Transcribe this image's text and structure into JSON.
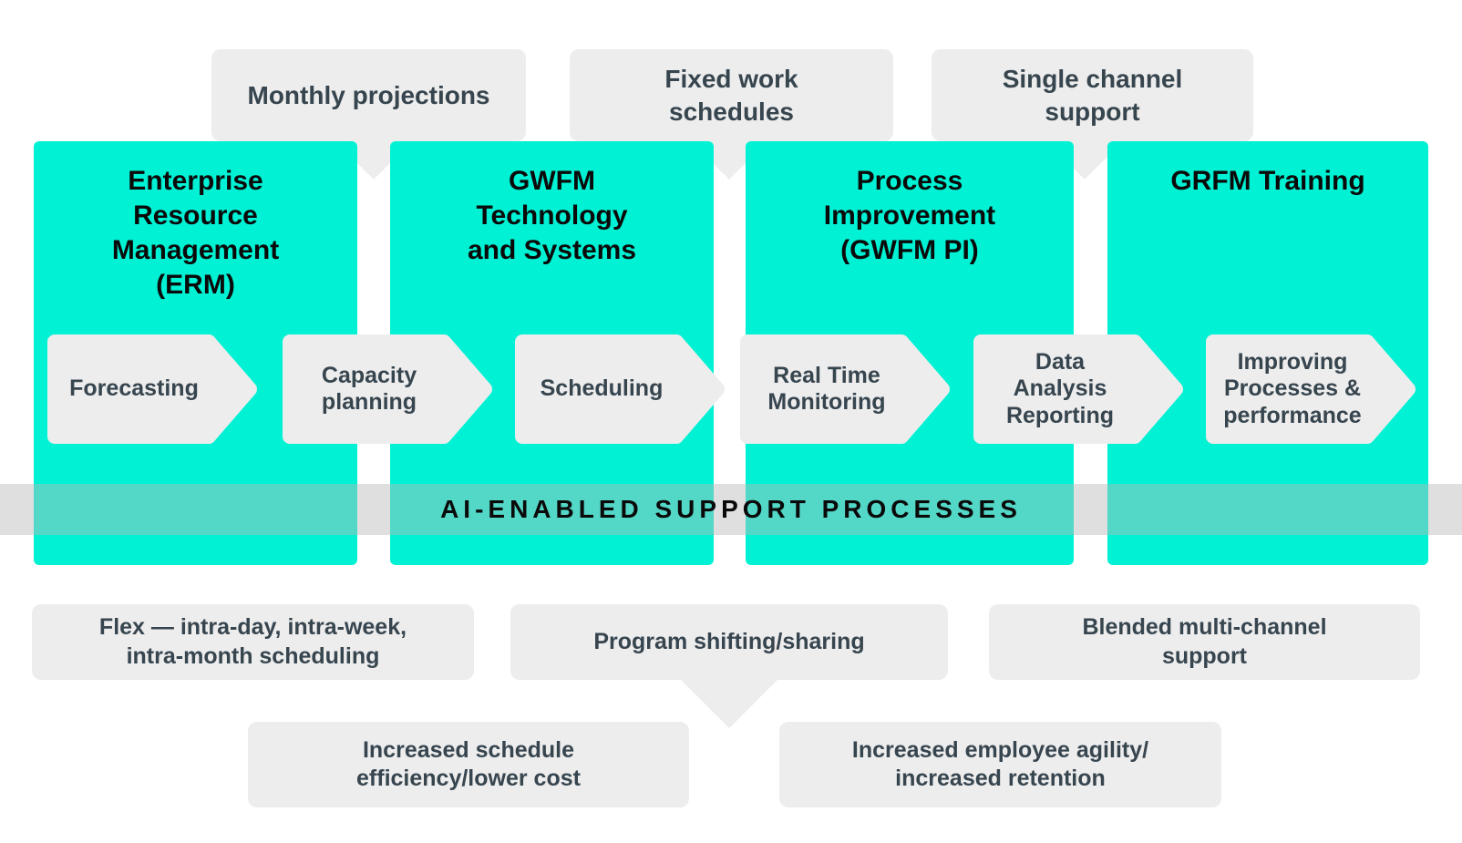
{
  "palette": {
    "teal": "#00F1D4",
    "gray_box": "#EDEDED",
    "dark_text": "#37454F",
    "black_text": "#0A0A0A",
    "band_overlay": "rgba(183,183,183,0.45)"
  },
  "callouts": [
    {
      "label": "Monthly projections"
    },
    {
      "label": "Fixed work\nschedules"
    },
    {
      "label": "Single channel\nsupport"
    }
  ],
  "pillars": [
    {
      "title": "Enterprise\nResource\nManagement\n(ERM)"
    },
    {
      "title": "GWFM\nTechnology\nand Systems"
    },
    {
      "title": "Process\nImprovement\n(GWFM PI)"
    },
    {
      "title": "GRFM Training"
    }
  ],
  "process_arrows": [
    {
      "label": "Forecasting"
    },
    {
      "label": "Capacity\nplanning"
    },
    {
      "label": "Scheduling"
    },
    {
      "label": "Real Time\nMonitoring"
    },
    {
      "label": "Data\nAnalysis\nReporting"
    },
    {
      "label": "Improving\nProcesses &\nperformance"
    }
  ],
  "band": {
    "label": "AI-ENABLED SUPPORT PROCESSES"
  },
  "feature_boxes": [
    {
      "label": "Flex — intra-day, intra-week,\nintra-month scheduling"
    },
    {
      "label": "Program shifting/sharing"
    },
    {
      "label": "Blended multi-channel\nsupport"
    }
  ],
  "outcome_boxes": [
    {
      "label": "Increased schedule\nefficiency/lower cost"
    },
    {
      "label": "Increased employee agility/\nincreased retention"
    }
  ]
}
